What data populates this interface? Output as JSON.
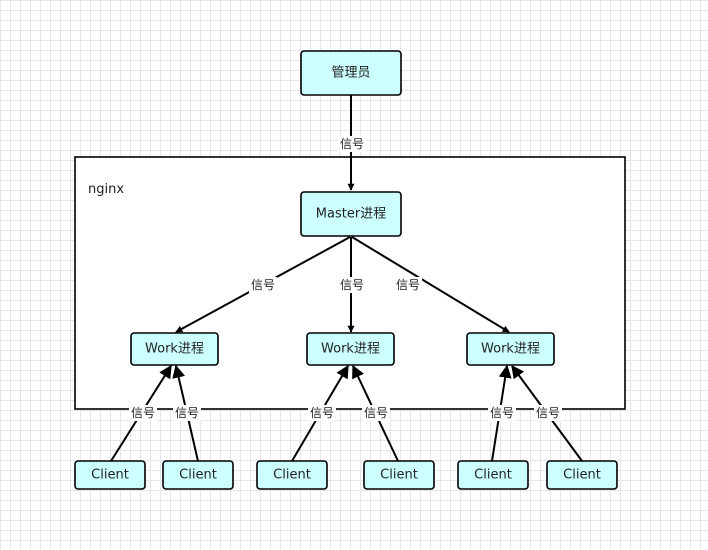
{
  "diagram": {
    "container_label": "nginx",
    "admin": "管理员",
    "master": "Master进程",
    "work": "Work进程",
    "client": "Client",
    "signal": "信号"
  }
}
